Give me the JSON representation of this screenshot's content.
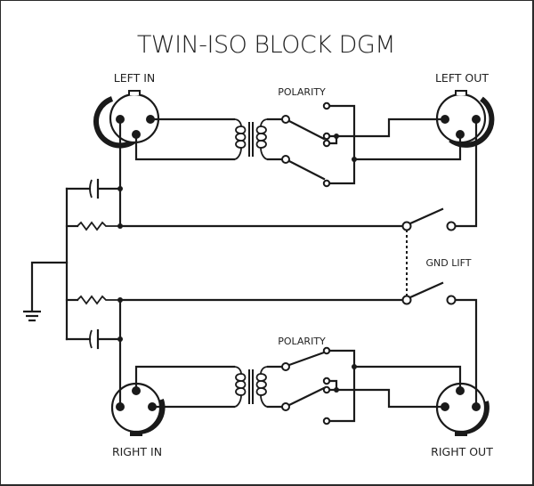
{
  "title": "TWIN-ISO BLOCK DGM",
  "labels": {
    "left_in": "LEFT IN",
    "left_out": "LEFT OUT",
    "right_in": "RIGHT IN",
    "right_out": "RIGHT OUT",
    "polarity_top": "POLARITY",
    "polarity_bottom": "POLARITY",
    "gnd_lift": "GND LIFT"
  },
  "components": {
    "connectors": [
      "xlr-left-in",
      "xlr-left-out",
      "xlr-right-in",
      "xlr-right-out"
    ],
    "transformers": 2,
    "polarity_switches": 2,
    "ground_lift_switch": "ganged double switch",
    "rc_networks": 2,
    "ground_symbol": "earth-ground-icon"
  },
  "colors": {
    "ink": "#1a1a1a",
    "background": "#ffffff"
  }
}
